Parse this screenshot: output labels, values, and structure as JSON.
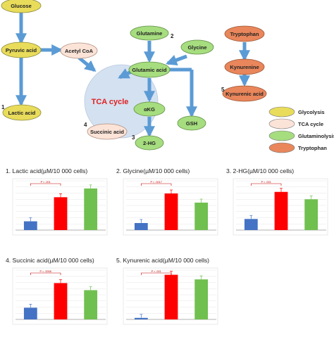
{
  "pathway": {
    "nodes": {
      "glucose": "Glucose",
      "pyruvic_acid": "Pyruvic acid",
      "acetyl_coa": "Acetyl CoA",
      "lactic_acid": "Lactic acid",
      "glutamine": "Glutamine",
      "glycine": "Glycine",
      "glutamic_acid": "Glutamic acid",
      "akg": "αKG",
      "two_hg": "2-HG",
      "gsh": "GSH",
      "succinic_acid": "Succinic acid",
      "tryptophan": "Tryptophan",
      "kynurenine": "Kynurenine",
      "kynurenic_acid": "Kynurenic acid",
      "tca_cycle": "TCA cycle"
    },
    "markers": {
      "m1": "1",
      "m2": "2",
      "m3": "3",
      "m4": "4",
      "m5": "5"
    },
    "colors": {
      "glycolysis": "#e9dc5b",
      "tca": "#fbe3d7",
      "glutaminolysis": "#a6dd7f",
      "tryptophan": "#e9865b",
      "tca_circle": "#d4e1f1",
      "arrow": "#5b9bd5",
      "tca_text": "#e02020"
    }
  },
  "legend": {
    "items": [
      {
        "label": "Glycolysis",
        "color": "#e9dc5b"
      },
      {
        "label": "TCA cycle",
        "color": "#fbe3d7"
      },
      {
        "label": "Glutaminolysis",
        "color": "#a6dd7f"
      },
      {
        "label": "Tryptophan",
        "color": "#e9865b"
      }
    ]
  },
  "chart_data": [
    {
      "type": "bar",
      "title": "1. Lactic acid(µM/10 000 cells)",
      "categories": [
        "",
        "",
        ""
      ],
      "values": [
        32,
        120,
        152
      ],
      "ylim": [
        0,
        180
      ],
      "p_label": "P < .001",
      "colors": [
        "#4472c4",
        "#ff0000",
        "#70c050"
      ]
    },
    {
      "type": "bar",
      "title": "2. Glycine(µM/10 000 cells)",
      "categories": [
        "",
        "",
        ""
      ],
      "values": [
        2.0,
        10.4,
        7.8
      ],
      "ylim": [
        0,
        14
      ],
      "p_label": "P = .0017",
      "colors": [
        "#4472c4",
        "#ff0000",
        "#70c050"
      ]
    },
    {
      "type": "bar",
      "title": "3. 2-HG(µM/10 000 cells)",
      "categories": [
        "",
        "",
        ""
      ],
      "values": [
        45,
        155,
        125
      ],
      "ylim": [
        0,
        200
      ],
      "p_label": "P < .001",
      "colors": [
        "#4472c4",
        "#ff0000",
        "#70c050"
      ]
    },
    {
      "type": "bar",
      "title": "4. Succinic acid(µM/10 000 cells)",
      "categories": [
        "",
        "",
        ""
      ],
      "values": [
        0.38,
        1.18,
        0.95
      ],
      "ylim": [
        0,
        1.6
      ],
      "p_label": "P = .0006",
      "colors": [
        "#4472c4",
        "#ff0000",
        "#70c050"
      ]
    },
    {
      "type": "bar",
      "title": "5. Kynurenic acid(µM/10 000 cells)",
      "categories": [
        "",
        "",
        ""
      ],
      "values": [
        5,
        145,
        130
      ],
      "ylim": [
        0,
        160
      ],
      "p_label": "P < .001",
      "colors": [
        "#4472c4",
        "#ff0000",
        "#70c050"
      ]
    }
  ]
}
